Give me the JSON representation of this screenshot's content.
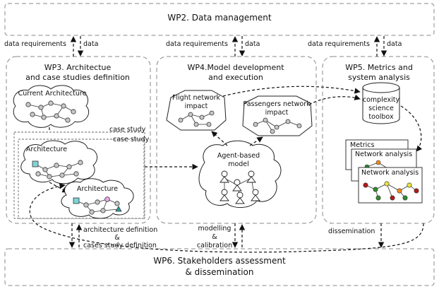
{
  "wp2": {
    "title": "WP2. Data management"
  },
  "links": {
    "data_requirements": "data requirements",
    "data": "data",
    "architecture_definition": "architecture definition",
    "amp": "&",
    "case_study_definition": "cases study definition",
    "modelling": "modelling",
    "calibration": "calibration",
    "dissemination": "dissemination"
  },
  "wp3": {
    "title_line1": "WP3. Architectue",
    "title_line2": "and case studies definition",
    "current_architecture": "Current Architecture",
    "case_study_1": "case study",
    "case_study_2": "case study",
    "architecture_a": "Architecture",
    "architecture_b": "Architecture"
  },
  "wp4": {
    "title_line1": "WP4.Model development",
    "title_line2": "and execution",
    "flight_line1": "Flight network",
    "flight_line2": "impact",
    "pax_line1": "Passengers network",
    "pax_line2": "impact",
    "agent_line1": "Agent-based",
    "agent_line2": "model"
  },
  "wp5": {
    "title_line1": "WP5. Metrics and",
    "title_line2": "system analysis",
    "toolbox_line1": "complexity",
    "toolbox_line2": "science",
    "toolbox_line3": "toolbox",
    "metrics": "Metrics",
    "network_analysis_1": "Network analysis",
    "network_analysis_2": "Network analysis"
  },
  "wp6": {
    "title_line1": "WP6. Stakeholders assessment",
    "title_line2": "& dissemination"
  },
  "colors": {
    "box_border": "#888888",
    "node_gray": "#c8c8c8",
    "square_cyan": "#7fd3d6",
    "node_pink": "#e9a6e6",
    "triangle_teal": "#2e9ea3",
    "net_green": "#2e8b2e",
    "net_orange": "#f08a1c",
    "net_yellow": "#e8e23a",
    "net_red": "#b01a1a"
  }
}
